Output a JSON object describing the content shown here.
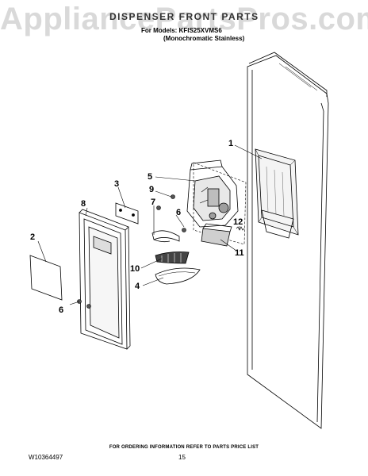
{
  "watermark": "AppliancePartsPros.com",
  "header": {
    "title": "DISPENSER FRONT PARTS",
    "models_line": "For Models: KFIS25XVMS6",
    "variant_line": "(Monochromatic Stainless)"
  },
  "callouts": {
    "door": "1",
    "cover": "2",
    "bracket": "3",
    "shelf": "4",
    "dispenser_assembly": "5",
    "screws_lower": "6",
    "screw_mid": "6",
    "paddle": "7",
    "frame": "8",
    "screw_top": "9",
    "grille": "10",
    "actuator": "11",
    "spring": "12"
  },
  "footer": {
    "ordering_note": "FOR ORDERING INFORMATION REFER TO PARTS PRICE LIST",
    "doc_number": "W10364497",
    "page_number": "15"
  }
}
